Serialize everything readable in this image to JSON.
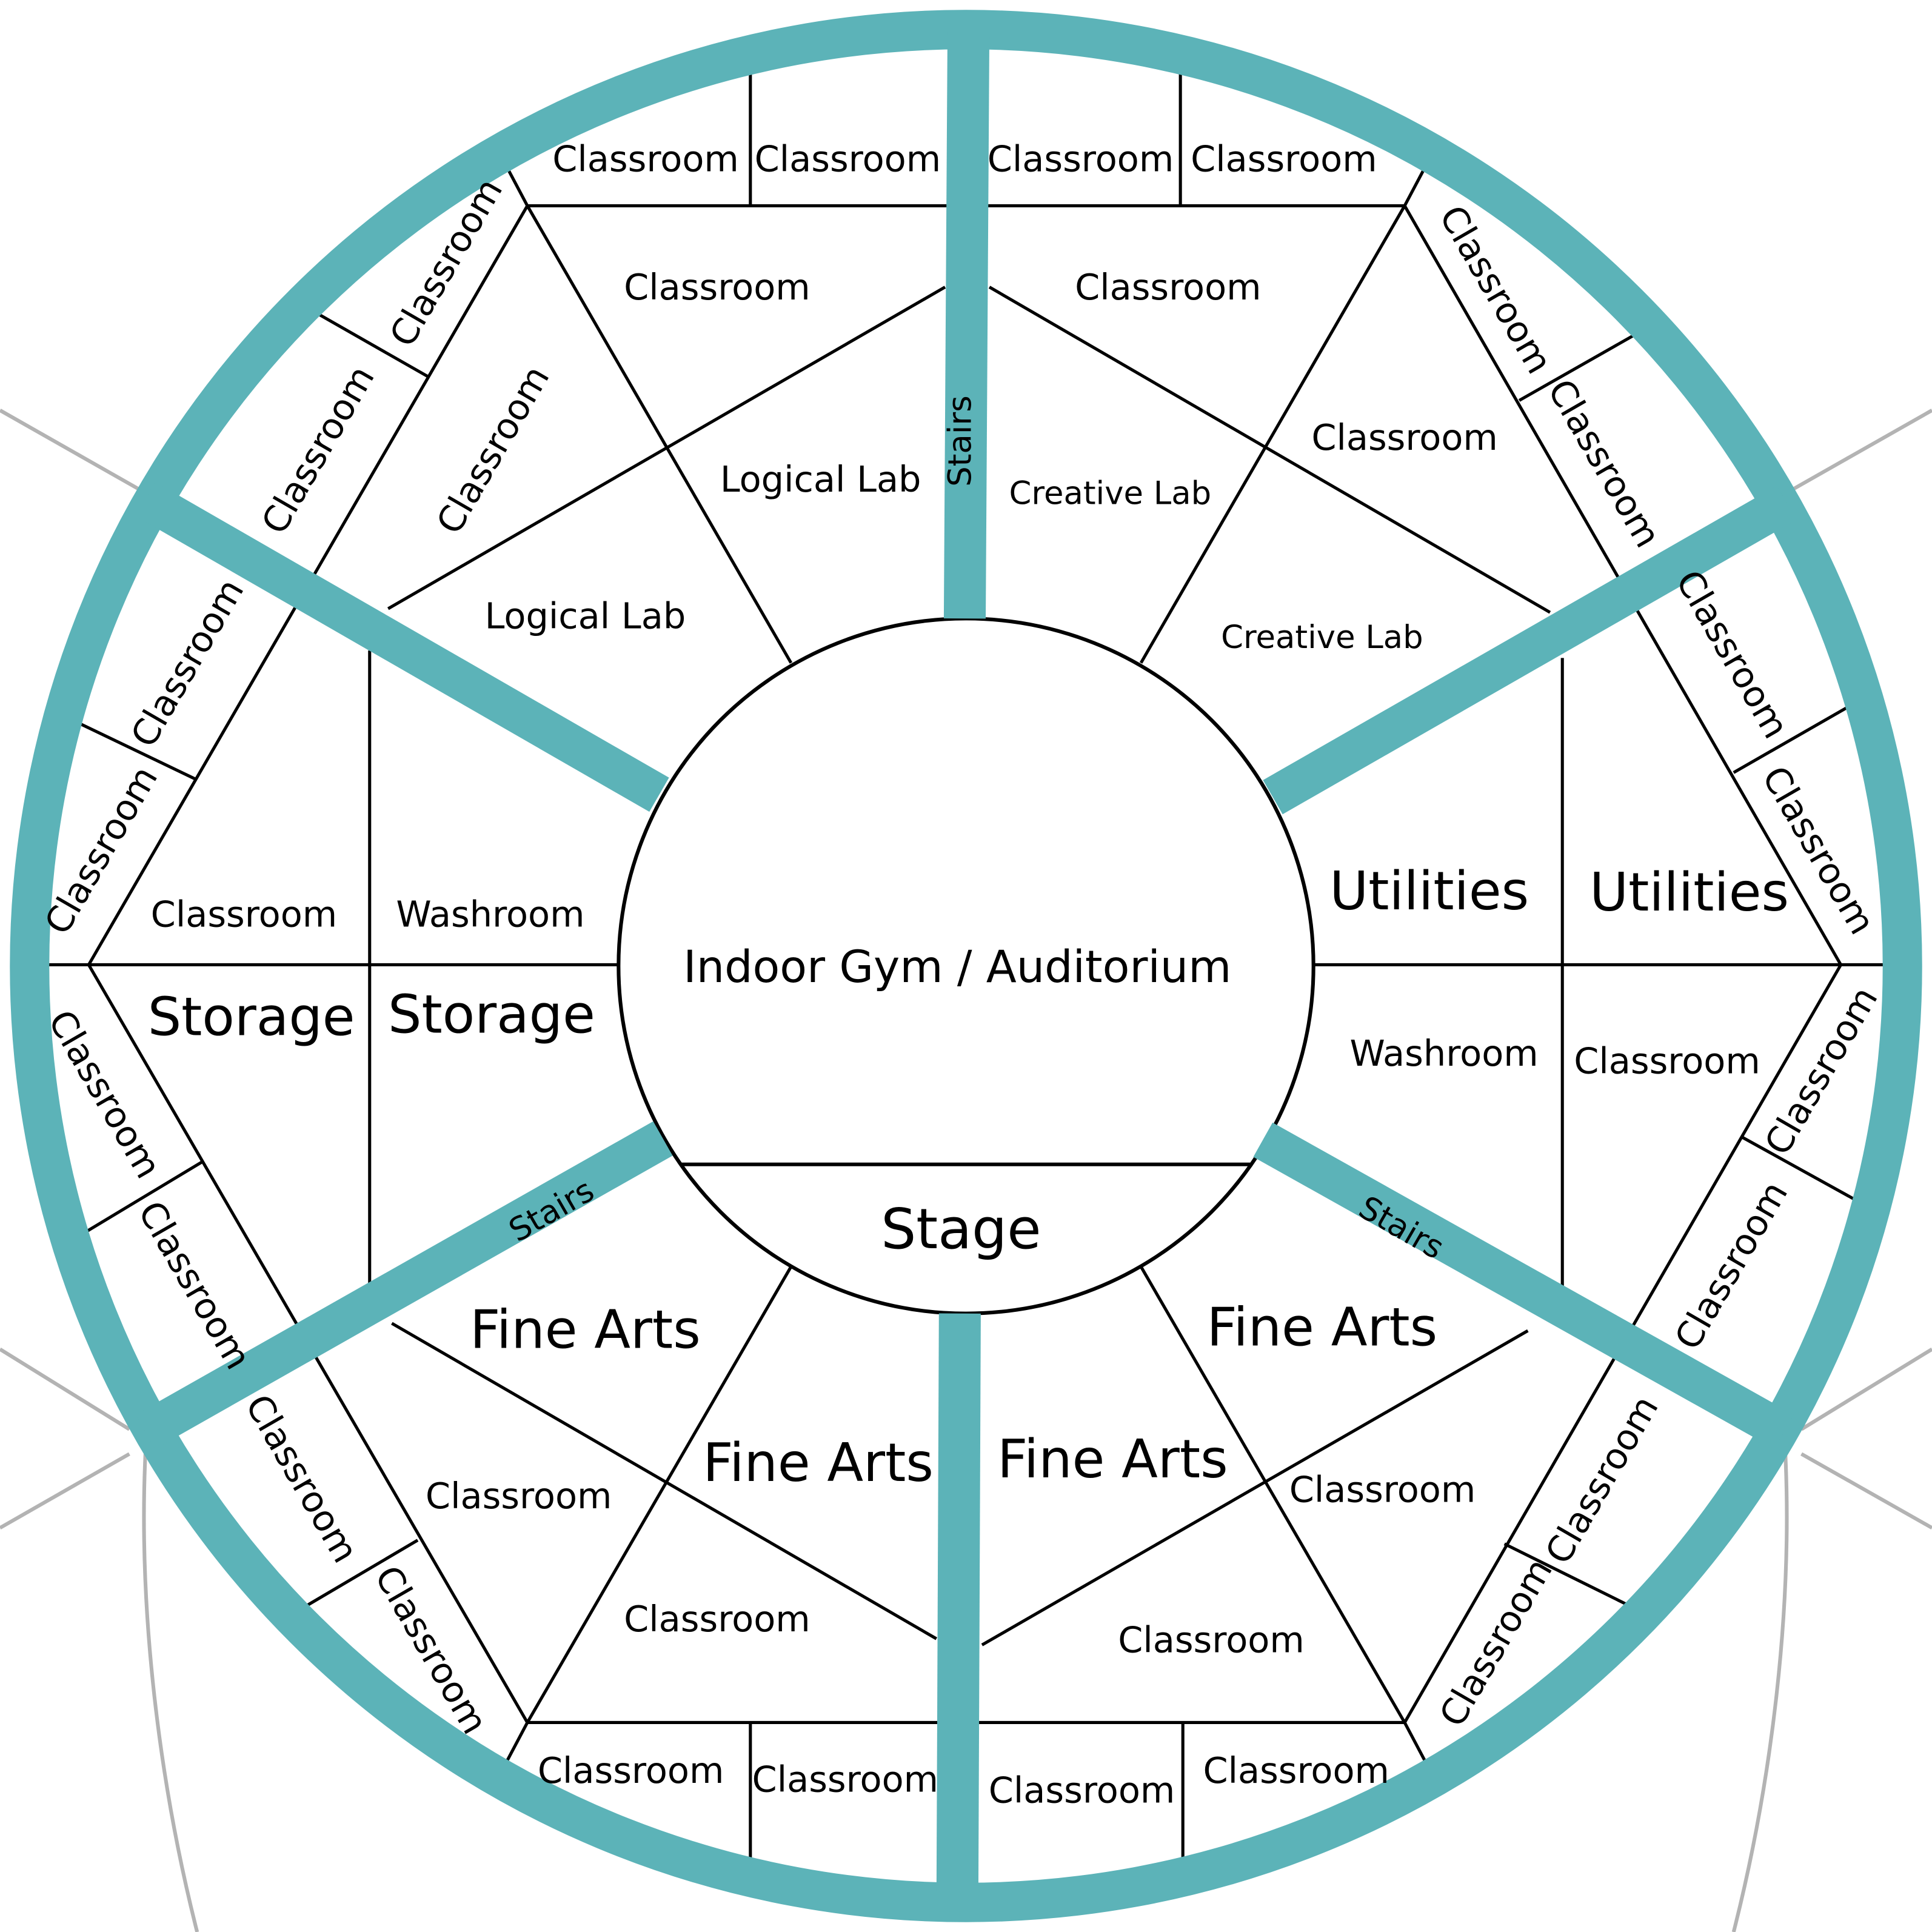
{
  "colors": {
    "corridor": "#5cb3b8",
    "walls": "#000000",
    "exterior_lines": "#b3b3b3",
    "background": "#ffffff"
  },
  "rooms": {
    "gym": "Indoor Gym / Auditorium",
    "stage": "Stage",
    "stairs": "Stairs",
    "classroom": "Classroom",
    "logical_lab": "Logical Lab",
    "creative_lab": "Creative Lab",
    "washroom": "Washroom",
    "storage": "Storage",
    "utilities": "Utilities",
    "fine_arts": "Fine Arts"
  }
}
